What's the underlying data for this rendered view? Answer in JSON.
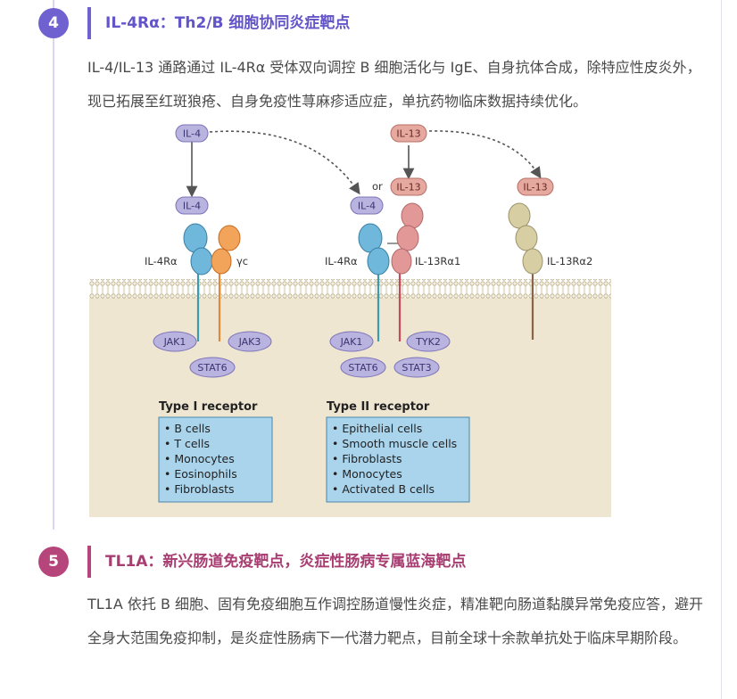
{
  "section4": {
    "number": "4",
    "title": "IL-4Rα：Th2/B 细胞协同炎症靶点",
    "paragraph": "IL-4/IL-13 通路通过 IL-4Rα 受体双向调控 B 细胞活化与 IgE、自身抗体合成，除特应性皮炎外，现已拓展至红斑狼疮、自身免疫性荨麻疹适应症，单抗药物临床数据持续优化。"
  },
  "figure": {
    "ligands": {
      "il4_top": "IL-4",
      "il13_top": "IL-13",
      "il4_bound_left": "IL-4",
      "or": "or",
      "il13_mid": "IL-13",
      "il4_bound_mid": "IL-4",
      "il13_right": "IL-13"
    },
    "receptors": {
      "il4ra_1": "IL-4Rα",
      "gc": "γc",
      "il4ra_2": "IL-4Rα",
      "il13ra1": "IL-13Rα1",
      "il13ra2": "IL-13Rα2"
    },
    "signaling": {
      "jak1_a": "JAK1",
      "jak3": "JAK3",
      "stat6_a": "STAT6",
      "jak1_b": "JAK1",
      "tyk2": "TYK2",
      "stat6_b": "STAT6",
      "stat3": "STAT3"
    },
    "type1": {
      "title": "Type I receptor",
      "items": [
        "• B cells",
        "• T cells",
        "• Monocytes",
        "• Eosinophils",
        "• Fibroblasts"
      ]
    },
    "type2": {
      "title": "Type II receptor",
      "items": [
        "• Epithelial cells",
        "• Smooth muscle cells",
        "• Fibroblasts",
        "• Monocytes",
        "• Activated B cells"
      ]
    }
  },
  "section5": {
    "number": "5",
    "title": "TL1A：新兴肠道免疫靶点，炎症性肠病专属蓝海靶点",
    "paragraph": "TL1A 依托 B 细胞、固有免疫细胞互作调控肠道慢性炎症，精准靶向肠道黏膜异常免疫应答，避开全身大范围免疫抑制，是炎症性肠病下一代潜力靶点，目前全球十余款单抗处于临床早期阶段。"
  },
  "colors": {
    "section4_accent": "#6f61cf",
    "section5_accent": "#b5457b",
    "il4_ligand": "#b9b3e0",
    "il13_ligand": "#e5a9a0",
    "il4ra": "#6fb8dc",
    "gamma_c": "#f2a45b",
    "il13ra1": "#e39898",
    "il13ra2": "#d7cfa3",
    "box_fill": "#a9d4ec"
  }
}
